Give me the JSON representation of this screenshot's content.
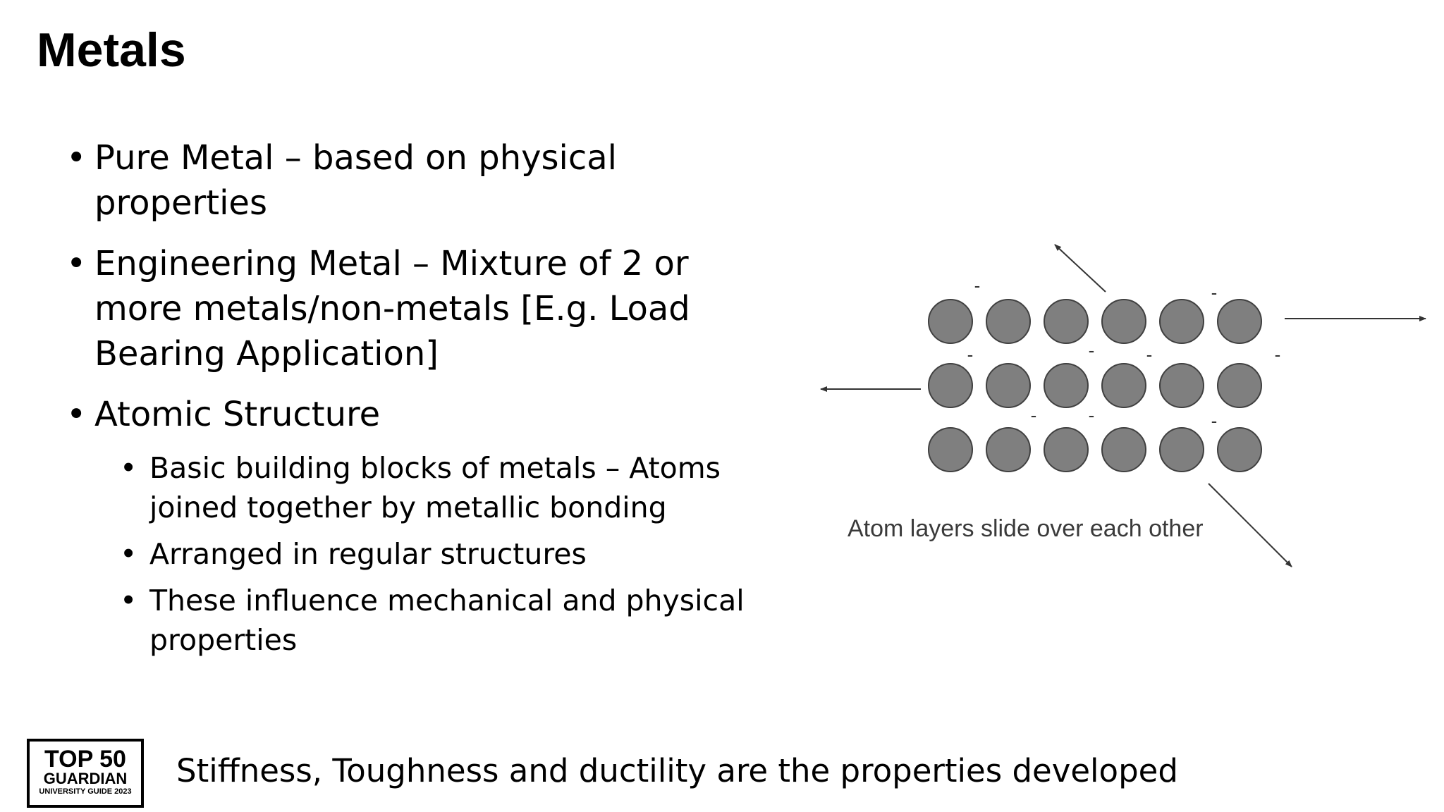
{
  "title": "Metals",
  "bullets": [
    {
      "text": "Pure Metal – based on physical properties"
    },
    {
      "text": "Engineering Metal – Mixture of 2 or more metals/non-metals [E.g. Load Bearing Application]"
    },
    {
      "text": "Atomic Structure"
    }
  ],
  "sub_bullets": [
    {
      "text": "Basic building blocks of metals – Atoms joined together by metallic bonding"
    },
    {
      "text": "Arranged in regular structures"
    },
    {
      "text": "These influence mechanical and physical properties"
    }
  ],
  "bullet_glyph": "•",
  "diagram": {
    "caption": "Atom layers slide over each other",
    "electron_symbol": "-",
    "atom_rows": 3,
    "atoms_per_row": 6,
    "atom_fill": "#7f7f7f",
    "atom_stroke": "#404040",
    "arrow_color": "#333333"
  },
  "logo": {
    "line1": "TOP 50",
    "line2": "GUARDIAN",
    "line3": "UNIVERSITY GUIDE 2023"
  },
  "footer": "Stiffness, Toughness and ductility are the properties developed"
}
